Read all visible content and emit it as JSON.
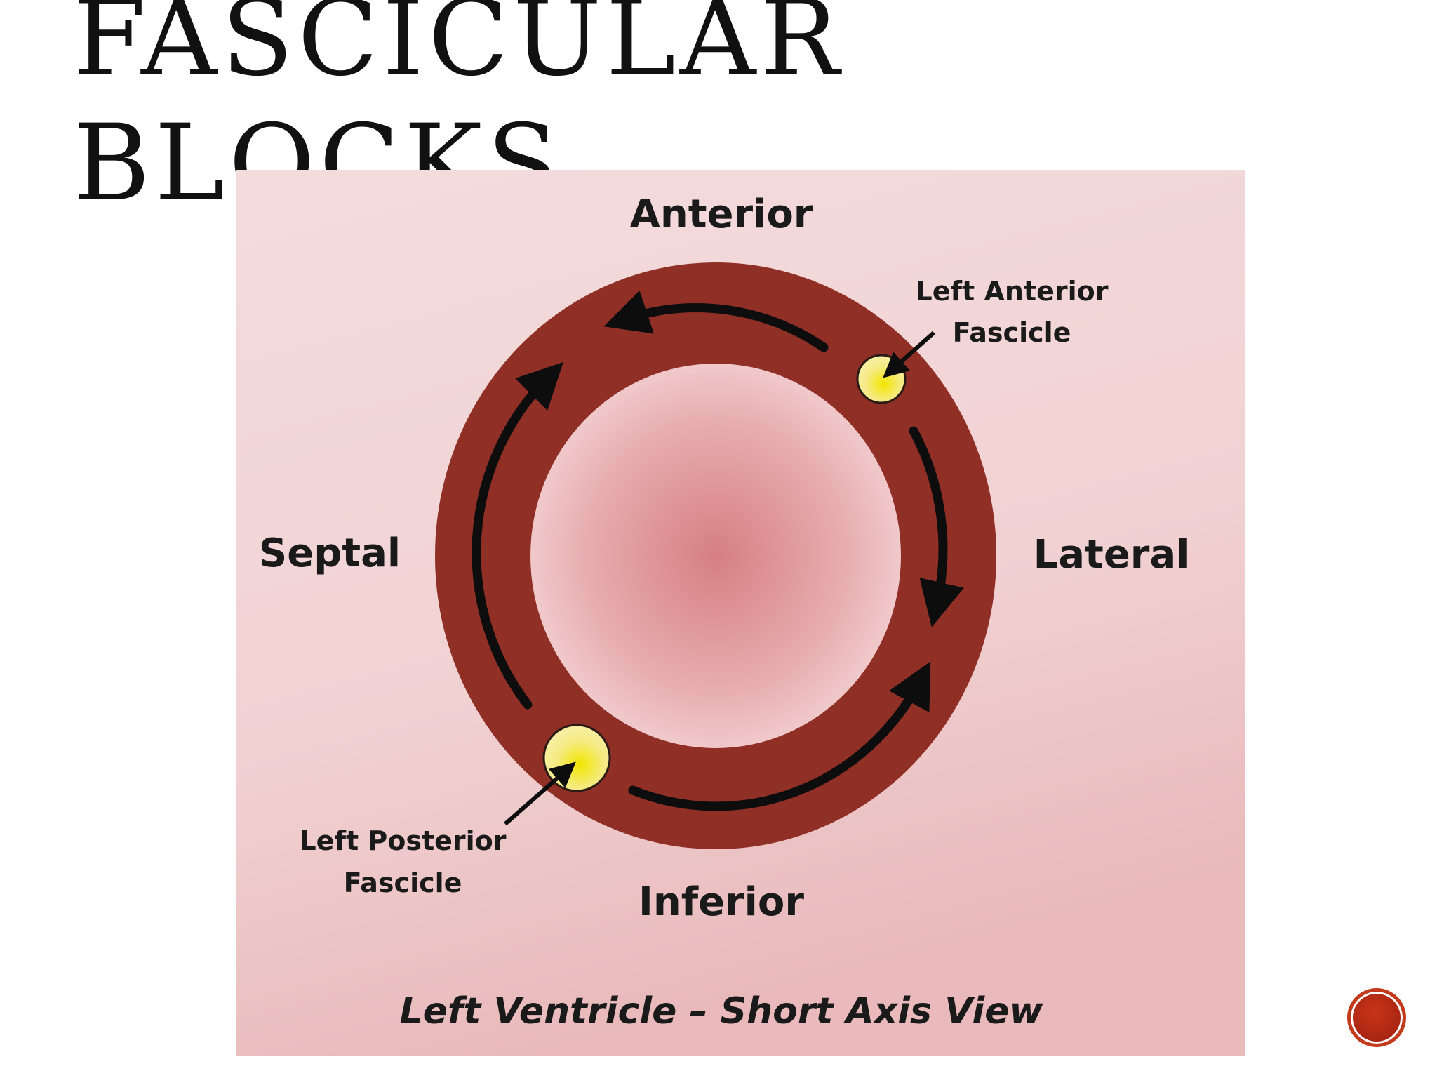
{
  "slide": {
    "title_line1": "FASCICULAR",
    "title_line2": "BLOCKS"
  },
  "diagram": {
    "labels": {
      "anterior": "Anterior",
      "septal": "Septal",
      "lateral": "Lateral",
      "inferior": "Inferior",
      "left_anterior_fascicle_line1": "Left Anterior",
      "left_anterior_fascicle_line2": "Fascicle",
      "left_posterior_fascicle_line1": "Left Posterior",
      "left_posterior_fascicle_line2": "Fascicle"
    },
    "caption": "Left Ventricle – Short Axis View",
    "colors": {
      "background": "#f2d6d7",
      "myocardium": "#8f2f26",
      "cavity_center": "#d67f82",
      "fascicle": "#f5e86a",
      "arrow": "#0d0d0d"
    }
  },
  "nav": {
    "icon": "circle-button-icon",
    "color": "#b52a14"
  }
}
